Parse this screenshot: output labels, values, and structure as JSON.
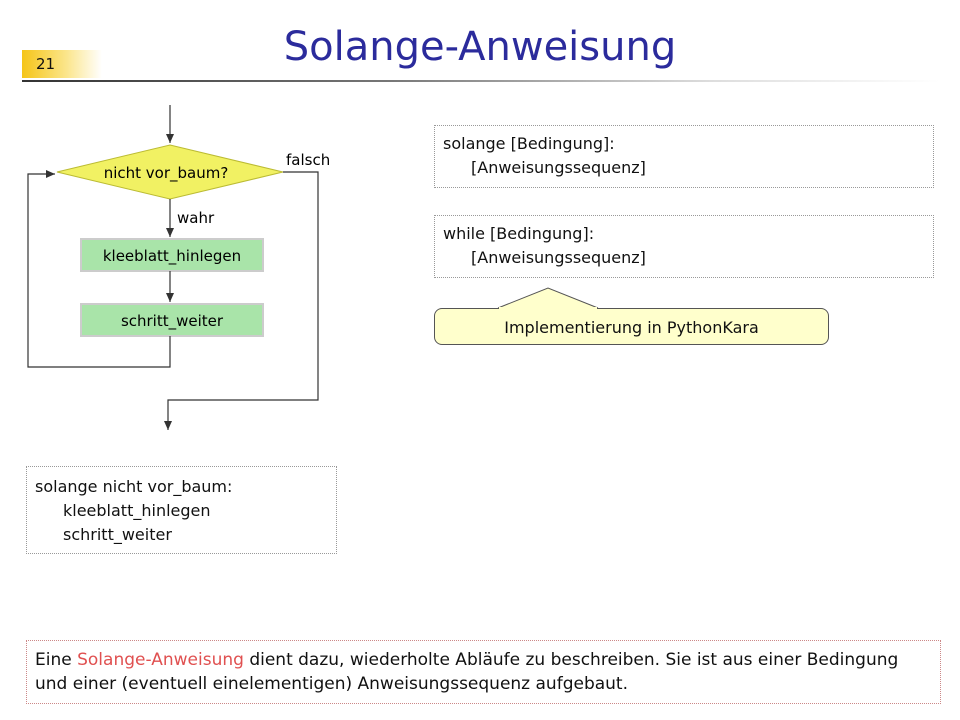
{
  "slide_number": "21",
  "title": "Solange-Anweisung",
  "flowchart": {
    "condition": "nicht vor_baum?",
    "false_label": "falsch",
    "true_label": "wahr",
    "step1": "kleeblatt_hinlegen",
    "step2": "schritt_weiter",
    "colors": {
      "diamond": "#f1f163",
      "box": "#a9e4a9",
      "box_border": "#cccccc"
    }
  },
  "code_example": {
    "line1": "solange nicht vor_baum:",
    "line2": "kleeblatt_hinlegen",
    "line3": "schritt_weiter"
  },
  "syntax_solange": {
    "line1": "solange [Bedingung]:",
    "line2": "[Anweisungssequenz]"
  },
  "syntax_while": {
    "line1": "while [Bedingung]:",
    "line2": "[Anweisungssequenz]"
  },
  "callout": "Implementierung in PythonKara",
  "description": {
    "before": "Eine ",
    "highlight": "Solange-Anweisung",
    "after": " dient dazu, wiederholte Abläufe zu beschreiben. Sie ist aus einer Bedingung und einer (eventuell einelementigen) Anweisungssequenz aufgebaut."
  }
}
